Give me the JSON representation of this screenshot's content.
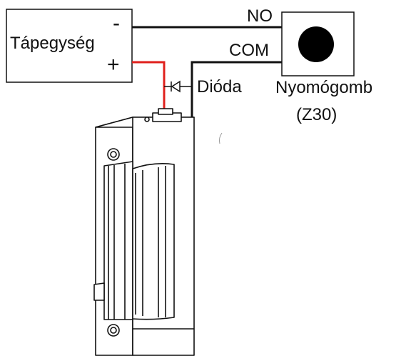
{
  "diagram": {
    "power_supply": {
      "label": "Tápegység",
      "minus": "-",
      "plus": "+"
    },
    "push_button": {
      "label": "Nyomógomb",
      "model": "(Z30)"
    },
    "terminals": {
      "no": "NO",
      "com": "COM"
    },
    "diode": {
      "label": "Dióda"
    },
    "colors": {
      "positive_wire": "#e0201c",
      "negative_wire": "#111111",
      "button": "#000000"
    },
    "icons": [
      "diode-icon",
      "push-button-icon",
      "electric-strike-lock-icon"
    ]
  }
}
